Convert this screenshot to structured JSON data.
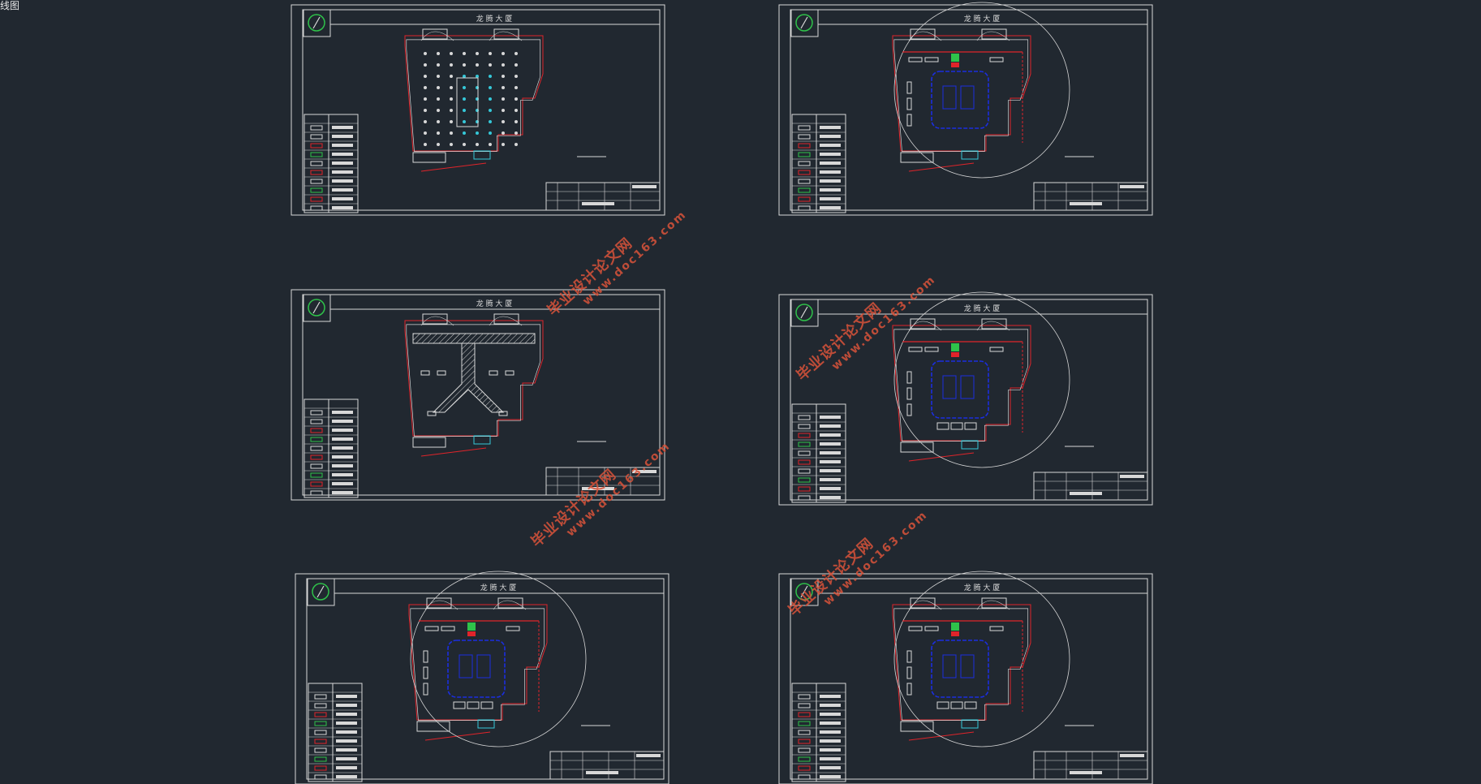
{
  "app": {
    "title_fragment": "线图"
  },
  "sheets": [
    {
      "title_block_heading": "龙 腾 大 厦",
      "variant": "lighting"
    },
    {
      "title_block_heading": "龙 腾 大 厦",
      "variant": "grounding"
    },
    {
      "title_block_heading": "龙 腾 大 厦",
      "variant": "roof"
    },
    {
      "title_block_heading": "龙 腾 大 厦",
      "variant": "grounding"
    },
    {
      "title_block_heading": "龙 腾 大 厦",
      "variant": "grounding"
    },
    {
      "title_block_heading": "龙 腾 大 厦",
      "variant": "grounding"
    }
  ],
  "watermark": {
    "brand": "毕业设计论文网",
    "url": "www.doc163.com"
  },
  "colors": {
    "background": "#212830",
    "line_white": "#d8d8d8",
    "red": "#e0242a",
    "blue": "#1b2ee0",
    "cyan": "#35c8d8",
    "green": "#2fc24a",
    "watermark": "#d9533a"
  }
}
